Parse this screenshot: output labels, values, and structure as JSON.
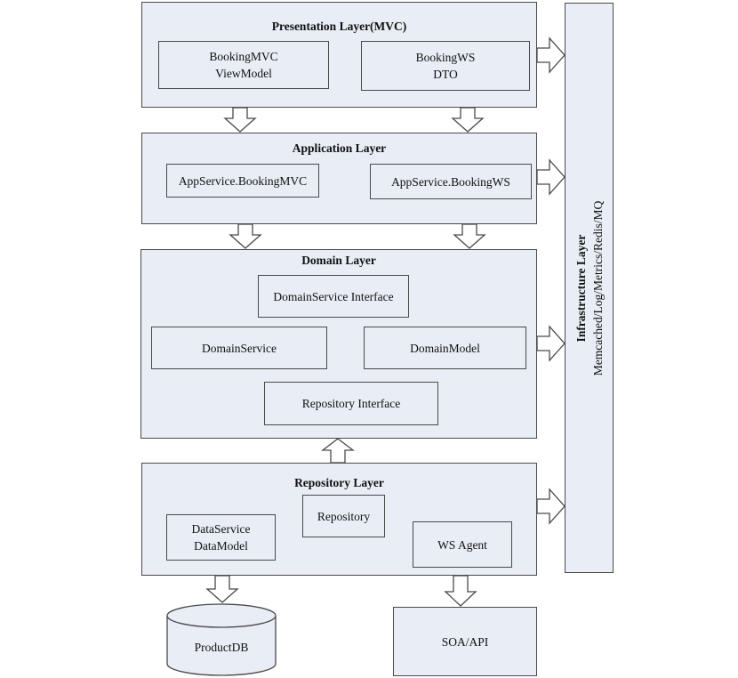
{
  "presentation": {
    "title": "Presentation Layer(MVC)",
    "box1": [
      "BookingMVC",
      "ViewModel"
    ],
    "box2": [
      "BookingWS",
      "DTO"
    ]
  },
  "application": {
    "title": "Application Layer",
    "box1": "AppService.BookingMVC",
    "box2": "AppService.BookingWS"
  },
  "domain": {
    "title": "Domain Layer",
    "interface": "DomainService Interface",
    "service": "DomainService",
    "model": "DomainModel",
    "repo_interface": "Repository Interface"
  },
  "repository": {
    "title": "Repository Layer",
    "repository": "Repository",
    "dataservice": [
      "DataService",
      "DataModel"
    ],
    "wsagent": "WS Agent"
  },
  "infrastructure": {
    "title": "Infrastructure Layer",
    "subtitle": "Memcached/Log/Metrics/Redis/MQ"
  },
  "external": {
    "db": "ProductDB",
    "api": "SOA/API"
  },
  "colors": {
    "fill": "#e9edf5",
    "stroke": "#4a4a4a",
    "arrow_fill": "#ffffff"
  }
}
